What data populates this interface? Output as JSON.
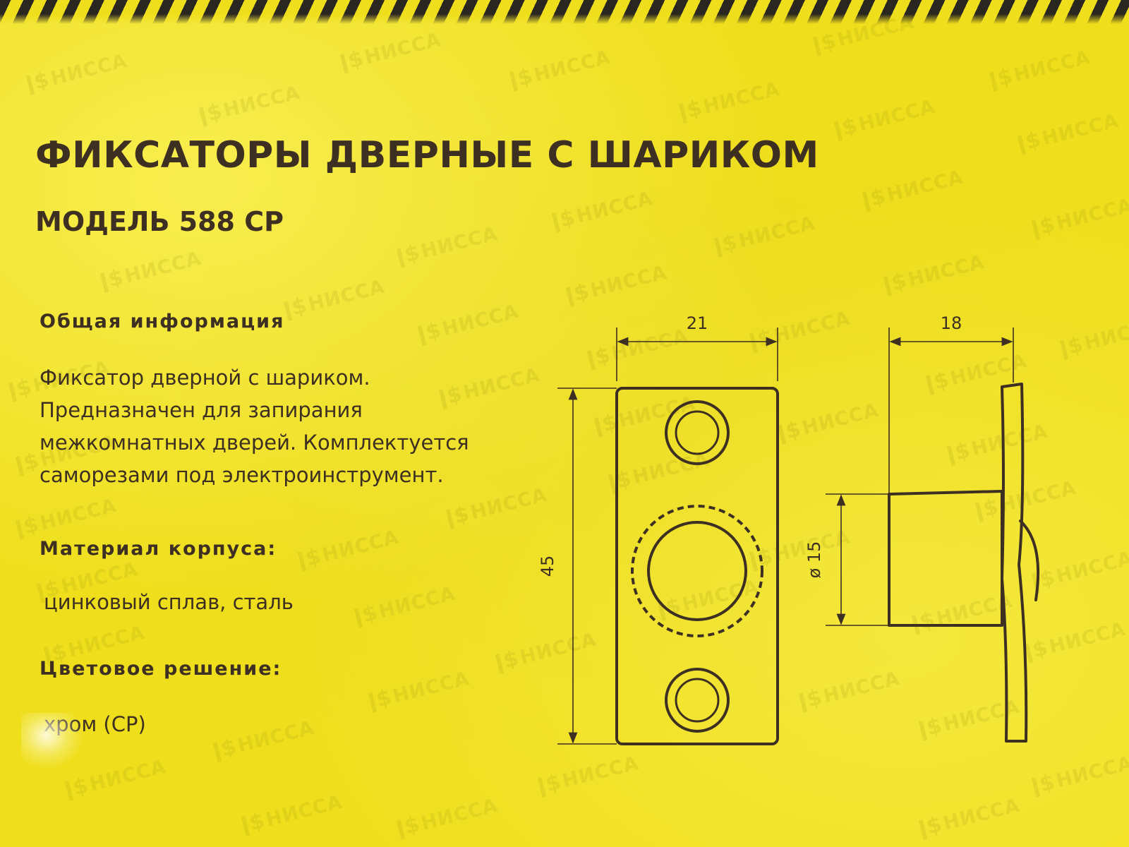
{
  "title": "ФИКСАТОРЫ ДВЕРНЫЕ С ШАРИКОМ",
  "model": "МОДЕЛЬ 588 CP",
  "general_info": {
    "heading": "Общая информация",
    "lines": [
      "Фиксатор дверной с шариком.",
      "Предназначен для запирания",
      "межкомнатных дверей. Комплектуется",
      "саморезами под электроинструмент."
    ]
  },
  "material": {
    "heading": "Материал корпуса:",
    "value": "цинковый сплав, сталь"
  },
  "color": {
    "heading": "Цветовое решение:",
    "value": "хром (CP)"
  },
  "watermark_text": "НИССА",
  "diagram": {
    "front_width_label": "21",
    "front_height_label": "45",
    "side_depth_label": "18",
    "side_diameter_label": "ø 15"
  },
  "colors": {
    "background": "#efde1c",
    "ink": "#3d2f22",
    "watermark": "#968c0a"
  }
}
